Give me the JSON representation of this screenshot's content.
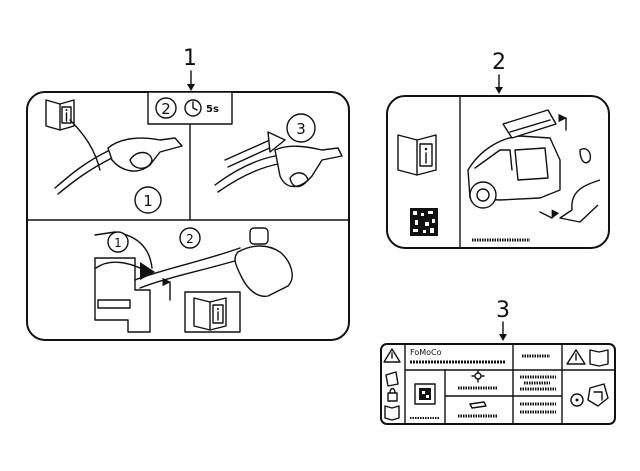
{
  "callouts": [
    {
      "id": "label-1",
      "text": "1"
    },
    {
      "id": "label-2",
      "text": "2"
    },
    {
      "id": "label-3",
      "text": "3"
    }
  ],
  "label1": {
    "header_step": "2",
    "header_time": "5s",
    "step_a": "1",
    "step_b": "3",
    "step_c": "1",
    "step_d": "2",
    "icons": [
      "info-book-icon",
      "clock-icon",
      "fuel-nozzle-icon",
      "fuel-can-icon"
    ]
  },
  "label2": {
    "icons": [
      "info-book-icon",
      "qr-code-icon",
      "suv-tailgate-icon",
      "foot-kick-icon"
    ]
  },
  "label3": {
    "header_text": "FoMoCo",
    "icons": [
      "warning-triangle-icon",
      "hand-icon",
      "lock-icon",
      "book-icon",
      "qr-code-icon",
      "sun-icon",
      "fan-icon"
    ]
  }
}
